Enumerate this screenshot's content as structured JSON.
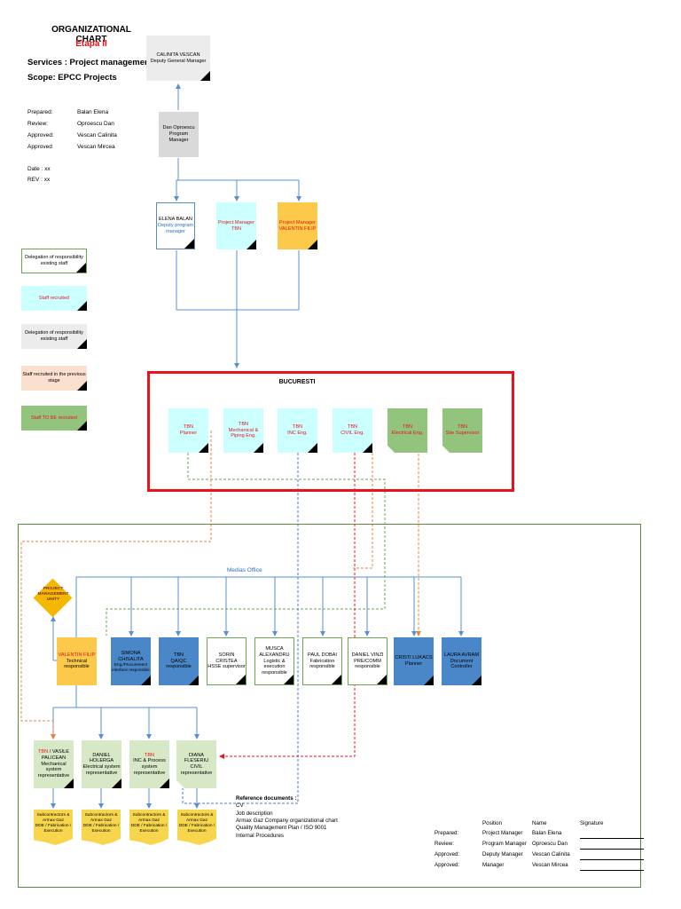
{
  "header": {
    "title": "ORGANIZATIONAL CHART",
    "stage": "Etapa II",
    "services": "Services : Project management unity",
    "scope": "Scope:   EPCC Projects"
  },
  "meta": {
    "rows": [
      {
        "label": "Prepared:",
        "value": "Balan Elena"
      },
      {
        "label": "Review:",
        "value": "Oproescu Dan"
      },
      {
        "label": "Approved:",
        "value": "Vescan Calinita"
      },
      {
        "label": "Approved",
        "value": "Vescan Mircea"
      }
    ],
    "date": "Date : xx",
    "rev": "REV : xx"
  },
  "legend": [
    {
      "text": "Delegation of responsibility existing staff",
      "color": "#ffffff"
    },
    {
      "text": "Staff recruited",
      "color": "#ccffff"
    },
    {
      "text": "Delegation of responsibility existing staff",
      "color": "#ececec"
    },
    {
      "text": "Staff recruited in the previous stage",
      "color": "#fbe0d0"
    },
    {
      "text": "Staff TO BE recruited",
      "color": "#93c47d"
    }
  ],
  "top": {
    "dgm": {
      "name": "CALINITA VESCAN",
      "role": "Deputy General Manager"
    },
    "pm": {
      "name": "Dan Oproescu",
      "role": "Program Manager"
    },
    "deputy": {
      "name": "ELENA BALAN",
      "role": "Deputy program manager"
    },
    "pm_tbn": {
      "name": "Project Manager",
      "role": "TBN"
    },
    "pm_vf": {
      "name": "Project Manager",
      "role": "VALENTIN FILIP"
    }
  },
  "bucuresti": {
    "title": "BUCURESTI",
    "boxes": [
      {
        "l1": "TBN",
        "l2": "Planner"
      },
      {
        "l1": "TBN",
        "l2": "Mechanical & Piping Eng."
      },
      {
        "l1": "TBN",
        "l2": "INC Eng."
      },
      {
        "l1": "TBN",
        "l2": "CIVIL Eng."
      },
      {
        "l1": "TBN",
        "l2": "Electrical Eng."
      },
      {
        "l1": "TBN",
        "l2": "Site Supervisor"
      }
    ]
  },
  "medias": {
    "label": "Medias Office",
    "pmu": "PROJECT MANAGEMENT UNITY",
    "vf": {
      "name": "VALENTIN FILIP",
      "role": "Technical responsible"
    },
    "staff": [
      {
        "name": "SIMONA CHISALITA",
        "role": "Eng./Procurement interface responsible"
      },
      {
        "name": "TBN",
        "role": "QA/QC responsible"
      },
      {
        "name": "SORIN CRISTEA",
        "role": "HSSE supervisor"
      },
      {
        "name": "MUSCA ALEXANDRU",
        "role": "Logistic & execution responsible"
      },
      {
        "name": "PAUL DOBAI",
        "role": "Fabrication responsible"
      },
      {
        "name": "DANIEL VINZI",
        "role": "PRE/COMM responsible"
      },
      {
        "name": "CRISTI LUKACS",
        "role": "Planner"
      },
      {
        "name": "LAURA AVRAM",
        "role": "Document Controller"
      }
    ],
    "reps": [
      {
        "tag": "TBN",
        "name": " / VASILE PALICEAN",
        "role": "Mechanical system representative"
      },
      {
        "tag": "",
        "name": "DANIEL HOLERGA",
        "role": "Electrical system representative"
      },
      {
        "tag": "TBN",
        "name": "",
        "role": "INC & Process system representative"
      },
      {
        "tag": "",
        "name": "DIANA FLESERIU",
        "role": "CIVIL representative"
      }
    ],
    "subs": [
      {
        "line1": "Subcontractors & Armax Gaz",
        "line2": "DDE / Fabrication / Execution"
      },
      {
        "line1": "Subcontractors & Armax Gaz",
        "line2": "DDE / Fabrication / Execution"
      },
      {
        "line1": "Subcontractors & Armax Gaz",
        "line2": "DDE / Fabrication / Execution"
      },
      {
        "line1": "Subcontractors & Armax Gaz",
        "line2": "DDE / Fabrication / Execution"
      }
    ]
  },
  "references": {
    "title": "Reference documents :",
    "items": [
      "CV",
      "Job description",
      "Armax Gaz Company organizational chart",
      "Quality Management Plan / ISO 9001",
      "Internal Procedures"
    ]
  },
  "approval": {
    "headers": [
      "Position",
      "Name",
      "Signature"
    ],
    "rows": [
      {
        "label": "Prepared:",
        "position": "Project Manager",
        "name": "Balan Elena"
      },
      {
        "label": "Review:",
        "position": "Program Manager",
        "name": "Oproescu Dan"
      },
      {
        "label": "Approved:",
        "position": "Deputy Manager",
        "name": "Vescan Calinita"
      },
      {
        "label": "Approved:",
        "position": "Manager",
        "name": "Vescan Mircea"
      }
    ]
  }
}
